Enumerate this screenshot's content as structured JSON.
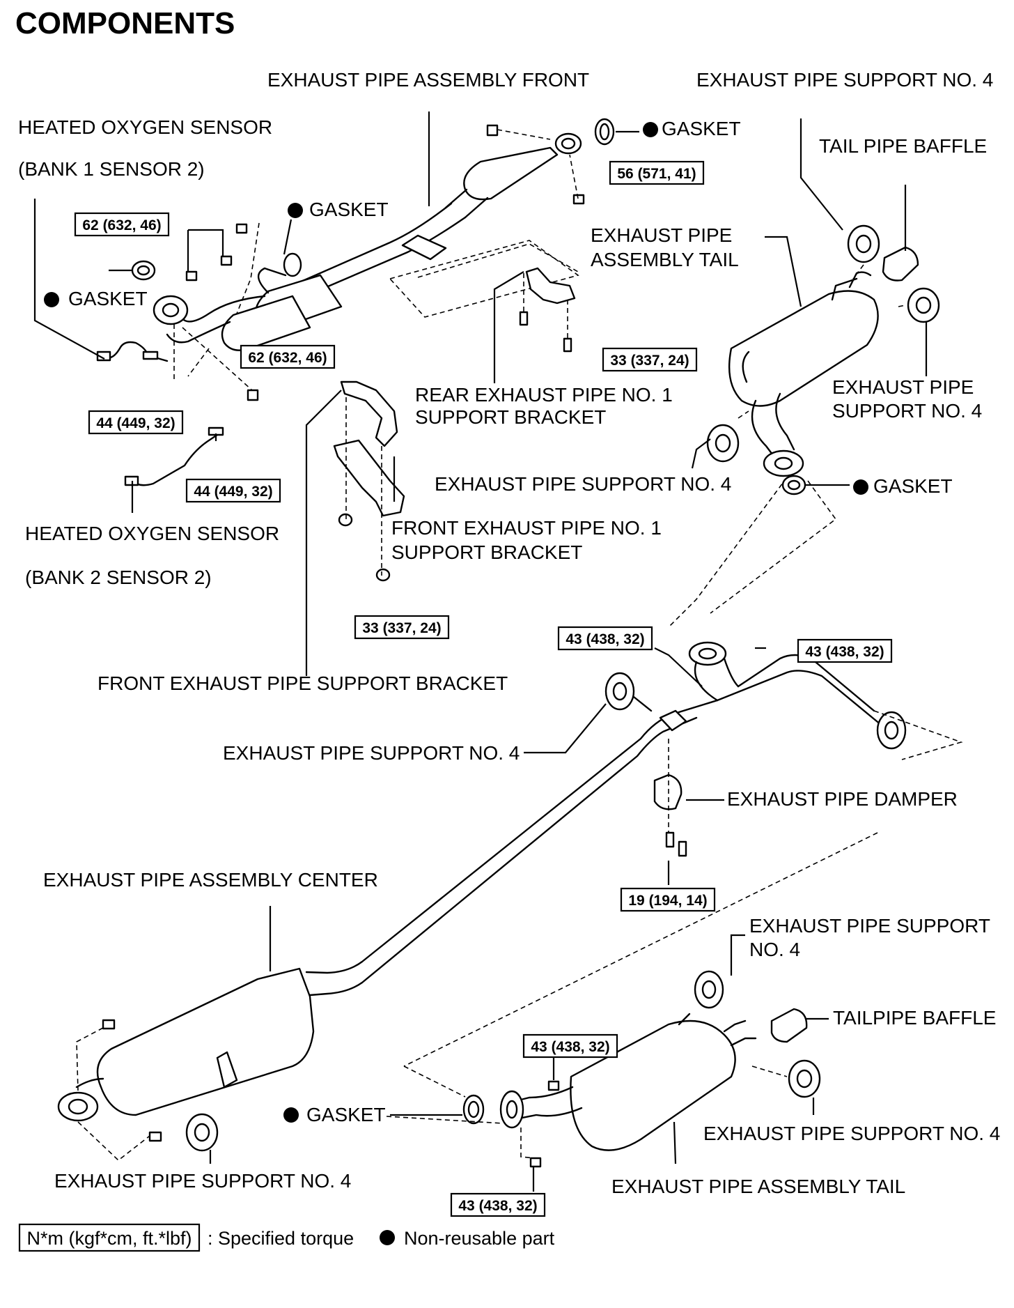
{
  "title": "COMPONENTS",
  "labels": {
    "exhaust_pipe_assembly_front": "EXHAUST PIPE ASSEMBLY FRONT",
    "support_no4_top_right": "EXHAUST PIPE SUPPORT NO. 4",
    "heated_o2_b1s2_line1": "HEATED OXYGEN SENSOR",
    "heated_o2_b1s2_line2": "(BANK 1 SENSOR 2)",
    "gasket_top": "GASKET",
    "tail_pipe_baffle_top": "TAIL PIPE BAFFLE",
    "gasket_mid": "GASKET",
    "exhaust_tail_top_line1": "EXHAUST PIPE",
    "exhaust_tail_top_line2": "ASSEMBLY TAIL",
    "gasket_left": "GASKET",
    "rear_bracket_line1": "REAR EXHAUST PIPE NO. 1",
    "rear_bracket_line2": "SUPPORT BRACKET",
    "support_no4_right_line1": "EXHAUST PIPE",
    "support_no4_right_line2": "SUPPORT NO. 4",
    "support_no4_mid": "EXHAUST PIPE SUPPORT NO. 4",
    "gasket_right": "GASKET",
    "front_bracket_line1": "FRONT EXHAUST PIPE NO. 1",
    "front_bracket_line2": "SUPPORT BRACKET",
    "heated_o2_b2s2_line1": "HEATED OXYGEN SENSOR",
    "heated_o2_b2s2_line2": "(BANK 2 SENSOR 2)",
    "front_support_bracket": "FRONT EXHAUST PIPE SUPPORT BRACKET",
    "support_no4_center": "EXHAUST PIPE SUPPORT NO. 4",
    "exhaust_pipe_damper": "EXHAUST PIPE DAMPER",
    "exhaust_pipe_assembly_center": "EXHAUST PIPE ASSEMBLY CENTER",
    "support_no4_lower_right_line1": "EXHAUST PIPE SUPPORT",
    "support_no4_lower_right_line2": "NO. 4",
    "tailpipe_baffle_bottom": "TAILPIPE BAFFLE",
    "gasket_bottom": "GASKET",
    "support_no4_bottom_right": "EXHAUST PIPE SUPPORT NO. 4",
    "support_no4_bottom_left": "EXHAUST PIPE SUPPORT NO. 4",
    "exhaust_tail_bottom": "EXHAUST PIPE ASSEMBLY TAIL"
  },
  "torque": {
    "t56": "56 (571, 41)",
    "t62a": "62 (632, 46)",
    "t62b": "62 (632, 46)",
    "t33a": "33 (337, 24)",
    "t44a": "44 (449, 32)",
    "t44b": "44 (449, 32)",
    "t33b": "33 (337, 24)",
    "t43a": "43 (438, 32)",
    "t43b": "43 (438, 32)",
    "t19": "19 (194, 14)",
    "t43c": "43 (438, 32)",
    "t43d": "43 (438, 32)"
  },
  "legend": {
    "torque_unit": "N*m (kgf*cm, ft.*lbf)",
    "torque_desc": ": Specified torque",
    "nonreusable_desc": "Non-reusable part"
  }
}
